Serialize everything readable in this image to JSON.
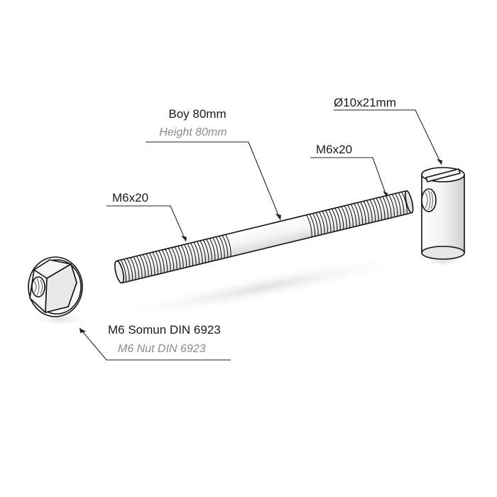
{
  "labels": {
    "length_main": "Boy 80mm",
    "length_sub": "Height 80mm",
    "thread_right": "M6x20",
    "thread_left": "M6x20",
    "barrel_nut": "Ø10x21mm",
    "nut_main": "M6 Somun DIN 6923",
    "nut_sub": "M6 Nut DIN 6923"
  },
  "colors": {
    "outline": "#111111",
    "text_main": "#1a1a1a",
    "text_sub": "#8a8a8a",
    "shadow": "#e2e2e2"
  },
  "parts": [
    "hex-flange-nut",
    "threaded-bolt",
    "cross-dowel-barrel-nut"
  ]
}
